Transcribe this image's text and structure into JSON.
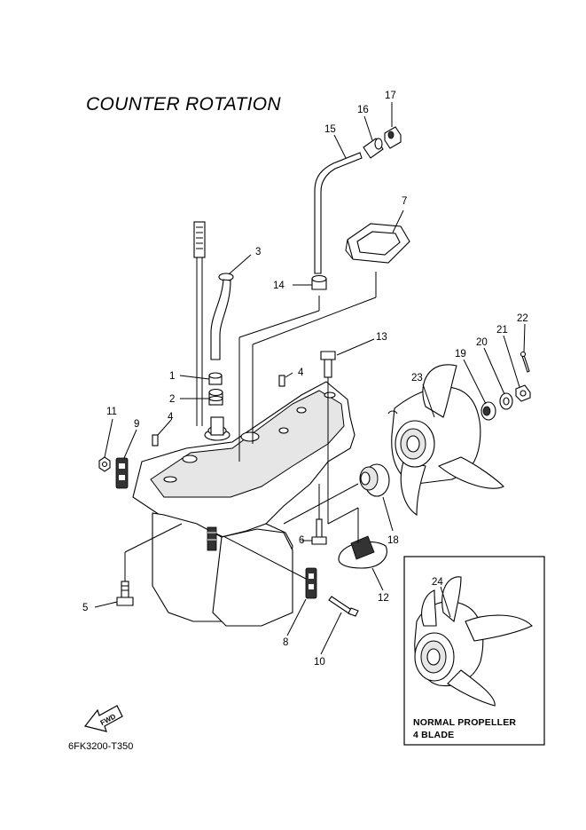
{
  "title": "COUNTER  ROTATION",
  "diagram_code": "6FK3200-T350",
  "inset": {
    "line1": "NORMAL PROPELLER",
    "line2": "4 BLADE",
    "callout": "24"
  },
  "fwd_label": "FWD",
  "callouts": [
    "1",
    "2",
    "3",
    "4",
    "4",
    "5",
    "6",
    "7",
    "8",
    "9",
    "10",
    "11",
    "12",
    "13",
    "14",
    "15",
    "16",
    "17",
    "18",
    "19",
    "20",
    "21",
    "22",
    "23"
  ]
}
